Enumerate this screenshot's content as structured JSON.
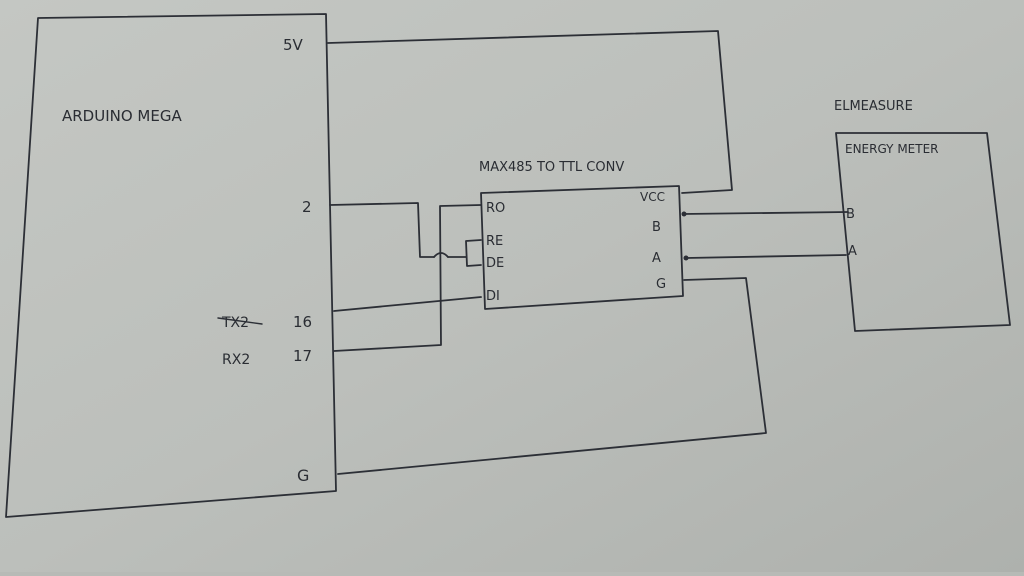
{
  "diagram": {
    "arduino": {
      "title": "ARDUINO MEGA",
      "pins": {
        "v5": "5V",
        "d2": "2",
        "tx2_label": "TX2",
        "tx2_num": "16",
        "rx2_label": "RX2",
        "rx2_num": "17",
        "gnd": "G"
      }
    },
    "converter": {
      "title": "MAX485 TO TTL CONV",
      "pins": {
        "ro": "RO",
        "re": "RE",
        "de": "DE",
        "di": "DI",
        "vcc": "VCC",
        "b": "B",
        "a": "A",
        "g": "G"
      }
    },
    "meter": {
      "brand": "ELMEASURE",
      "title": "ENERGY METER",
      "pins": {
        "b": "B",
        "a": "A"
      }
    }
  }
}
